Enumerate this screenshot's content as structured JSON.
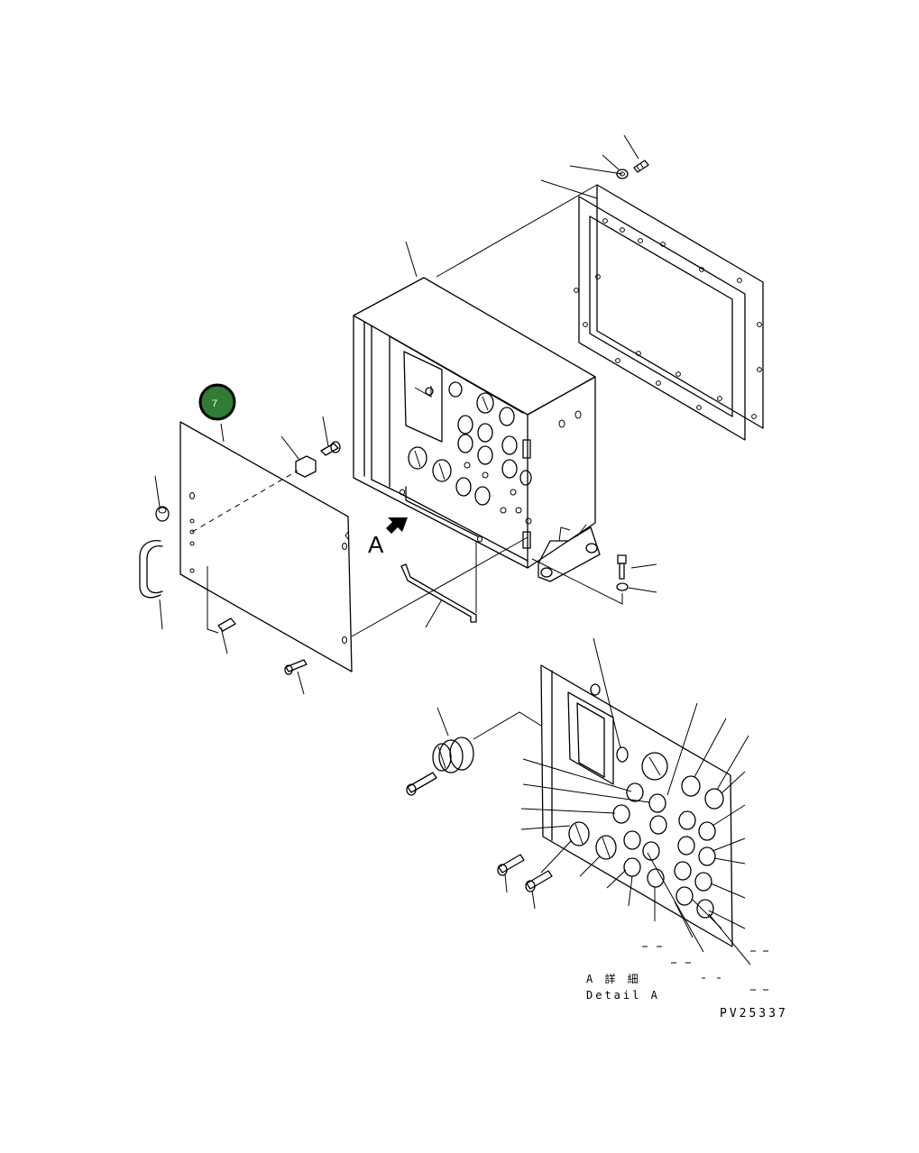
{
  "diagram": {
    "view_label": "A",
    "detail_title": "A 詳 細",
    "detail_caption": "Detail A",
    "drawing_number": "PV25337",
    "callout_badge": {
      "number": "7",
      "color": "#2e7d32",
      "ring_color": "#000000"
    }
  }
}
